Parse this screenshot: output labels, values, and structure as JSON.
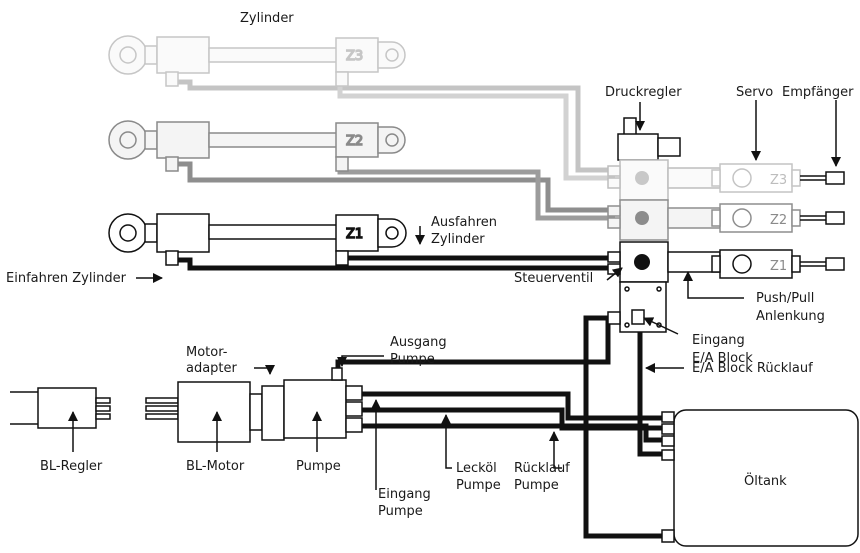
{
  "labels": {
    "zylinder": "Zylinder",
    "z3": "Z3",
    "z2": "Z2",
    "z1": "Z1",
    "druckregler": "Druckregler",
    "servo": "Servo",
    "empfaenger": "Empfänger",
    "ausfahren_1": "Ausfahren",
    "ausfahren_2": "Zylinder",
    "einfahren": "Einfahren Zylinder",
    "steuerventil": "Steuerventil",
    "pushpull_1": "Push/Pull",
    "pushpull_2": "Anlenkung",
    "eingang_ea_1": "Eingang",
    "eingang_ea_2": "E/A Block",
    "motoradapter_1": "Motor-",
    "motoradapter_2": "adapter",
    "ausgang_1": "Ausgang",
    "ausgang_2": "Pumpe",
    "ea_ruecklauf": "E/A Block Rücklauf",
    "bl_regler": "BL-Regler",
    "bl_motor": "BL-Motor",
    "pumpe": "Pumpe",
    "leckoel_1": "Lecköl",
    "leckoel_2": "Pumpe",
    "ruecklauf_1": "Rücklauf",
    "ruecklauf_2": "Pumpe",
    "eingang_p_1": "Eingang",
    "eingang_p_2": "Pumpe",
    "oeltank": "Öltank"
  }
}
